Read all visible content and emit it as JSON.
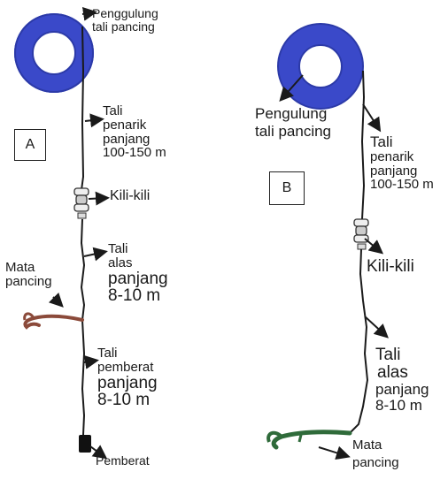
{
  "panel_a": {
    "box_label": "A",
    "reel": "Penggulung tali pancing",
    "reel_lines": [
      "Penggulung",
      "tali pancing"
    ],
    "main_line": [
      "Tali",
      "penarik",
      "panjang",
      "100-150 m"
    ],
    "swivel": "Kili-kili",
    "leader": [
      "Tali",
      "alas",
      "panjang",
      "8-10 m"
    ],
    "hook": [
      "Mata",
      "pancing"
    ],
    "weight_line": [
      "Tali",
      "pemberat",
      "panjang",
      "8-10 m"
    ],
    "sinker": "Pemberat"
  },
  "panel_b": {
    "box_label": "B",
    "reel_lines": [
      "Pengulung",
      "tali pancing"
    ],
    "main_line": [
      "Tali",
      "penarik",
      "panjang",
      "100-150 m"
    ],
    "swivel": "Kili-kili",
    "leader": [
      "Tali",
      "alas",
      "panjang",
      "8-10 m"
    ],
    "hook": [
      "Mata",
      "pancing"
    ]
  },
  "colors": {
    "reel": "#3a49c9",
    "line": "#1a1a1a",
    "hook_a": "#8b4a3a",
    "hook_b": "#2f6b3a",
    "sinker": "#111111"
  }
}
